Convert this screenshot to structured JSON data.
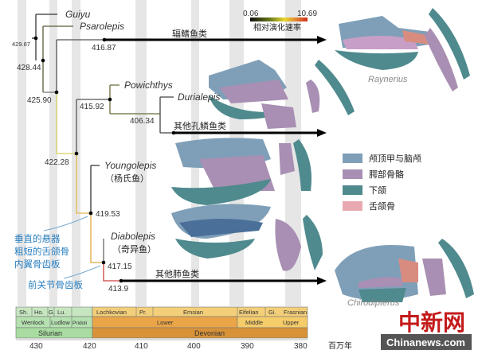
{
  "taxa": {
    "guiyu": "Guiyu",
    "psarolepis": "Psarolepis",
    "powichthys": "Powichthys",
    "durialepis": "Durialepis",
    "youngolepis": "Youngolepis",
    "youngolepis_cn": "（杨氏鱼）",
    "diabolepis": "Diabolepis",
    "diabolepis_cn": "（奇异鱼）",
    "raynerius": "Raynerius",
    "chirodipterus": "Chirodipterus"
  },
  "clades": {
    "actinopterygii": "辐鳍鱼类",
    "other_porolepiforms": "其他孔鳞鱼类",
    "other_lungfish": "其他肺鱼类"
  },
  "node_ages": [
    "429.87",
    "428.44",
    "425.90",
    "416.87",
    "422.28",
    "415.92",
    "406.34",
    "419.53",
    "417.15",
    "413.9"
  ],
  "annotations": {
    "trait1_line1": "垂直的悬器",
    "trait1_line2": "粗短的舌颌骨",
    "trait1_line3": "内翼骨齿板",
    "trait2": "前关节骨齿板"
  },
  "rate_scale": {
    "min": "0.06",
    "max": "10.69",
    "label": "相对演化速率",
    "colors": [
      "#111111",
      "#6b7a1a",
      "#e8d830",
      "#e07030",
      "#d03020"
    ]
  },
  "legend": [
    {
      "label": "颅顶甲与脑颅",
      "color": "#7f9fb8"
    },
    {
      "label": "腭部骨骼",
      "color": "#a98fb3"
    },
    {
      "label": "下颌",
      "color": "#4f8a8e"
    },
    {
      "label": "舌颌骨",
      "color": "#e8aab0"
    }
  ],
  "timescale": {
    "stages": [
      "Sh.",
      "Ho.",
      "G.",
      "Lu.",
      "Lochkovian",
      "Pr.",
      "Emsian",
      "Eifelian",
      "Gi.",
      "Frasnian"
    ],
    "epochs": [
      "Wenlock",
      "Ludlow",
      "Pridoli",
      "Lower",
      "Middle",
      "Upper"
    ],
    "periods": [
      "Silurian",
      "Devonian"
    ],
    "ticks": [
      "430",
      "420",
      "410",
      "400",
      "390",
      "380"
    ],
    "unit": "百万年"
  },
  "watermark": {
    "cn": "中新网",
    "en": "Chinanews.com"
  }
}
